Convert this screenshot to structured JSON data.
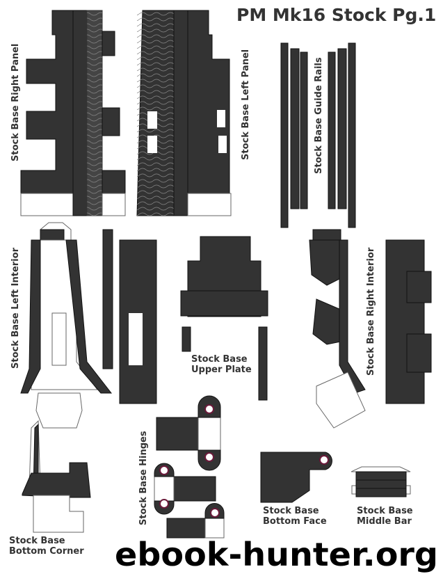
{
  "title": "PM Mk16 Stock Pg.1",
  "labels": {
    "right_panel": "Stock Base Right Panel",
    "left_panel": "Stock Base Left Panel",
    "guide_rails": "Stock Base Guide Rails",
    "left_interior": "Stock Base Left Interior",
    "upper_plate_1": "Stock Base",
    "upper_plate_2": "Upper Plate",
    "right_interior": "Stock Base Right Interior",
    "hinges": "Stock Base Hinges",
    "bottom_face_1": "Stock Base",
    "bottom_face_2": "Bottom Face",
    "middle_bar_1": "Stock Base",
    "middle_bar_2": "Middle Bar",
    "bottom_corner_1": "Stock Base",
    "bottom_corner_2": "Bottom Corner"
  },
  "watermark": "ebook-hunter.org",
  "colors": {
    "part_fill": "#333333",
    "hole_outline": "#6a1a3a"
  }
}
